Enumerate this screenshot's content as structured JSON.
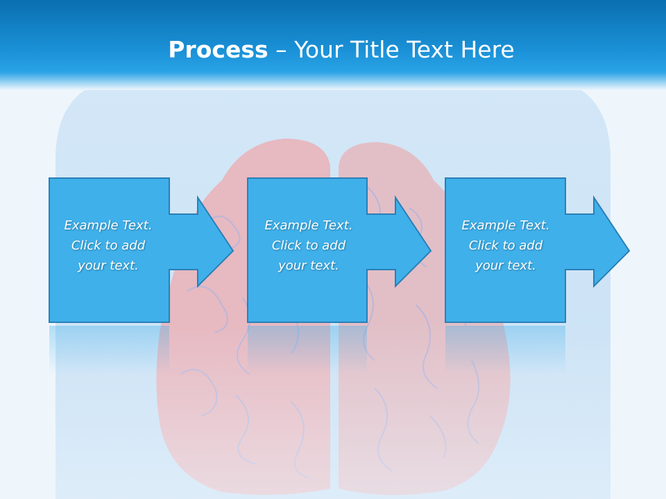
{
  "slide": {
    "title_bold": "Process",
    "title_rest": " – Your Title Text Here"
  },
  "steps": [
    {
      "line1": "Example Text.",
      "line2": "Click  to add",
      "line3": "your text."
    },
    {
      "line1": "Example Text.",
      "line2": "Click  to add",
      "line3": "your text."
    },
    {
      "line1": "Example Text.",
      "line2": "Click  to add",
      "line3": "your text."
    }
  ],
  "colors": {
    "header": "#1a90d6",
    "step_fill": "#3fb0ea",
    "step_stroke": "#2a80b8",
    "brain": "#e8b8bf",
    "panel": "#cfe4f5"
  }
}
